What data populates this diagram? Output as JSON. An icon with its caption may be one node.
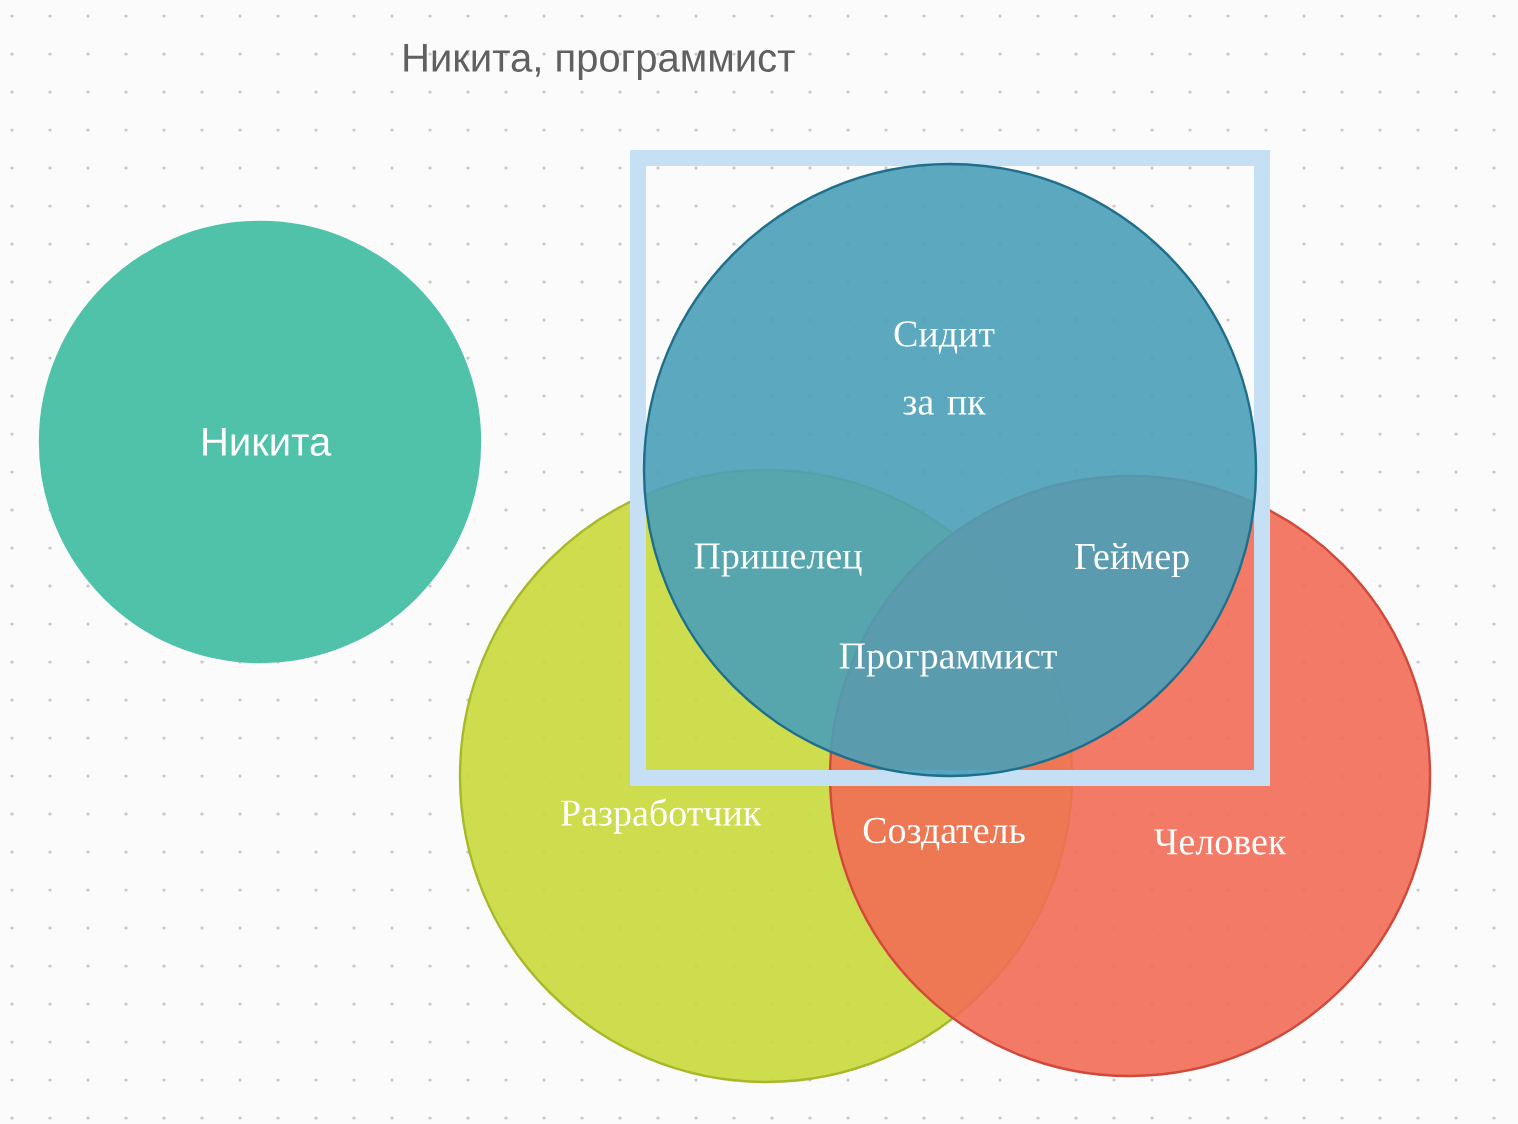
{
  "diagram": {
    "title": "Никита, программист",
    "nodes": [
      {
        "text": [
          "Никита"
        ]
      },
      {
        "text": [],
        "shape": "box"
      },
      {
        "text": [
          "Сидит за пк"
        ]
      },
      {
        "text": [
          "Разработчик"
        ]
      },
      {
        "text": [
          "Человек"
        ]
      }
    ],
    "edges": [],
    "labels": [
      "Пришелец",
      "Геймер",
      "Программист",
      "Создатель"
    ]
  }
}
